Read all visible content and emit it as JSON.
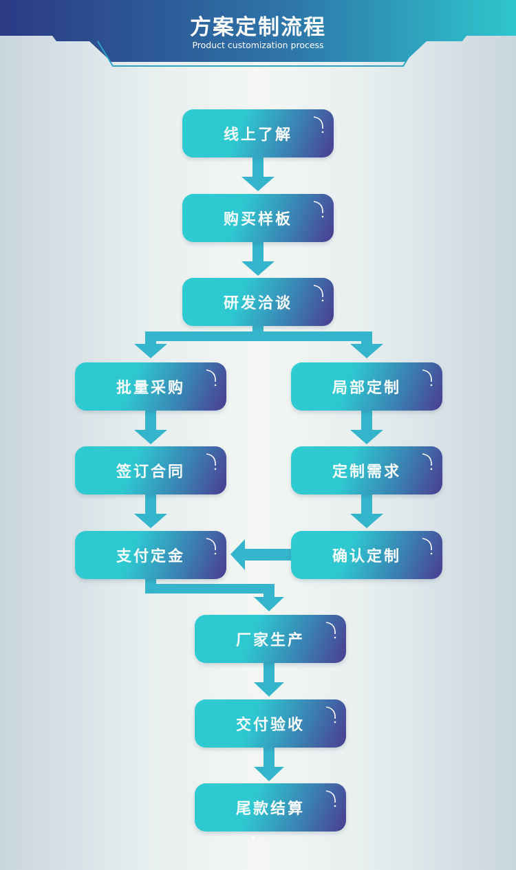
{
  "header": {
    "title": "方案定制流程",
    "subtitle": "Product customization process"
  },
  "colors": {
    "header_left": "#2b3a84",
    "header_right": "#2ec6cc",
    "arrow": "#35b5cc",
    "box_start": "#2ecbd1",
    "box_end": "#4b3c91"
  },
  "steps": {
    "online": "线上了解",
    "sample": "购买样板",
    "negotiate": "研发洽谈",
    "bulk": "批量采购",
    "partial": "局部定制",
    "contract": "签订合同",
    "requirements": "定制需求",
    "deposit": "支付定金",
    "confirm": "确认定制",
    "production": "厂家生产",
    "delivery": "交付验收",
    "final_payment": "尾款结算"
  }
}
